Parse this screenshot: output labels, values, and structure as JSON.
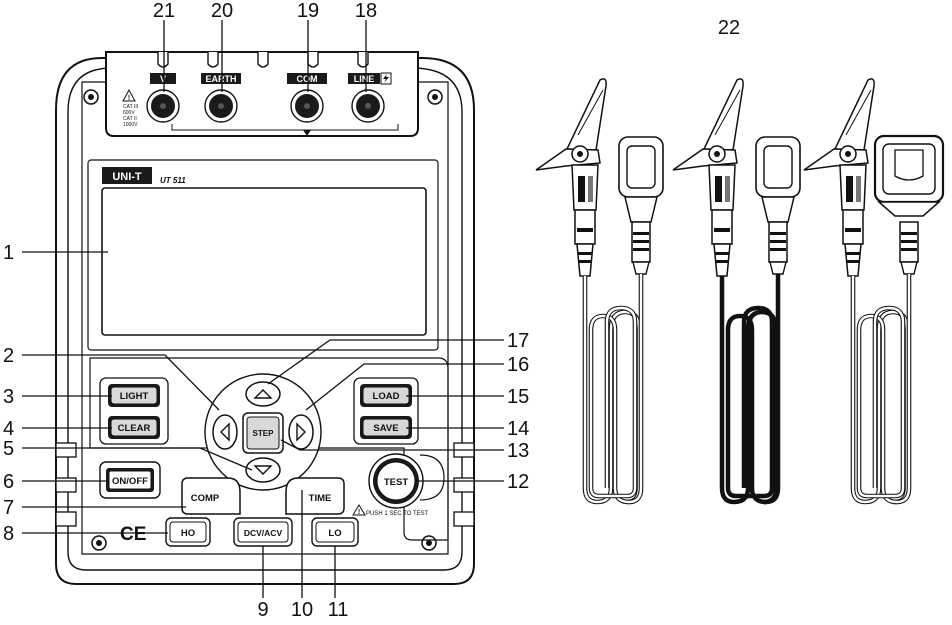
{
  "figure": {
    "brand": "UNI-T",
    "model": "UT 511",
    "ce_mark": "CE",
    "push_warning": "PUSH 1 SEC TO TEST",
    "terminal_warning": [
      "CAT III",
      "600V",
      "CAT II",
      "1000V"
    ]
  },
  "terminals": [
    {
      "label": "V"
    },
    {
      "label": "EARTH"
    },
    {
      "label": "COM"
    },
    {
      "label": "LINE"
    }
  ],
  "buttons": {
    "light": "LIGHT",
    "clear": "CLEAR",
    "onoff": "ON/OFF",
    "comp": "COMP",
    "ho": "HO",
    "dcvacv": "DCV/ACV",
    "lo": "LO",
    "time": "TIME",
    "test": "TEST",
    "step": "STEP",
    "load": "LOAD",
    "save": "SAVE"
  },
  "callouts": [
    "1",
    "2",
    "3",
    "4",
    "5",
    "6",
    "7",
    "8",
    "9",
    "10",
    "11",
    "12",
    "13",
    "14",
    "15",
    "16",
    "17",
    "18",
    "19",
    "20",
    "21",
    "22"
  ],
  "colors": {
    "ink": "#111111",
    "paper": "#ffffff",
    "button_fill": "#d8d8d8",
    "jack": "#1a1a1a"
  }
}
